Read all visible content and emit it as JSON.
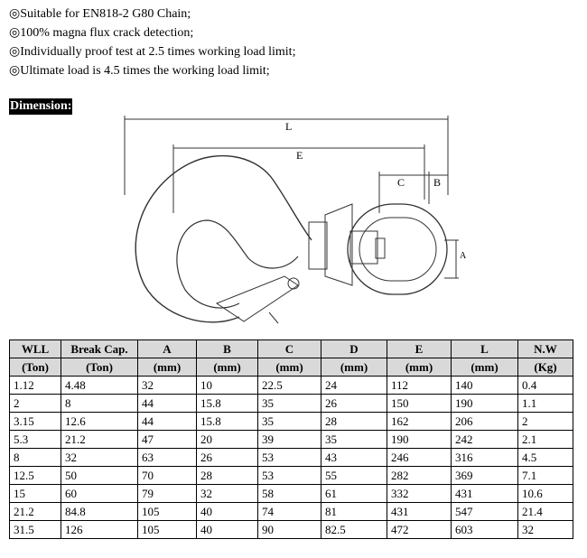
{
  "features": [
    "◎Suitable for EN818-2 G80 Chain;",
    "◎100% magna flux crack detection;",
    "◎Individually proof test at 2.5 times working load limit;",
    "◎Ultimate load is 4.5 times the working load limit;"
  ],
  "section_title": "Dimension:",
  "drawing_labels": {
    "L": "L",
    "E": "E",
    "C": "C",
    "B": "B",
    "A": "A"
  },
  "table": {
    "header1": [
      "WLL",
      "Break Cap.",
      "A",
      "B",
      "C",
      "D",
      "E",
      "L",
      "N.W"
    ],
    "header2": [
      "(Ton)",
      "(Ton)",
      "(mm)",
      "(mm)",
      "(mm)",
      "(mm)",
      "(mm)",
      "(mm)",
      "(Kg)"
    ],
    "rows": [
      [
        "1.12",
        "4.48",
        "32",
        "10",
        "22.5",
        "24",
        "112",
        "140",
        "0.4"
      ],
      [
        "2",
        "8",
        "44",
        "15.8",
        "35",
        "26",
        "150",
        "190",
        "1.1"
      ],
      [
        "3.15",
        "12.6",
        "44",
        "15.8",
        "35",
        "28",
        "162",
        "206",
        "2"
      ],
      [
        "5.3",
        "21.2",
        "47",
        "20",
        "39",
        "35",
        "190",
        "242",
        "2.1"
      ],
      [
        "8",
        "32",
        "63",
        "26",
        "53",
        "43",
        "246",
        "316",
        "4.5"
      ],
      [
        "12.5",
        "50",
        "70",
        "28",
        "53",
        "55",
        "282",
        "369",
        "7.1"
      ],
      [
        "15",
        "60",
        "79",
        "32",
        "58",
        "61",
        "332",
        "431",
        "10.6"
      ],
      [
        "21.2",
        "84.8",
        "105",
        "40",
        "74",
        "81",
        "431",
        "547",
        "21.4"
      ],
      [
        "31.5",
        "126",
        "105",
        "40",
        "90",
        "82.5",
        "472",
        "603",
        "32"
      ]
    ]
  }
}
